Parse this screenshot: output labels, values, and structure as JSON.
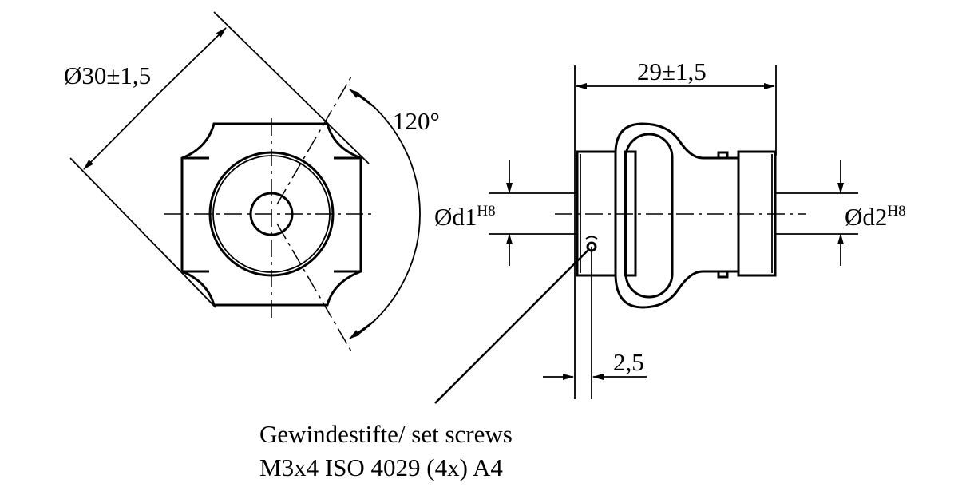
{
  "front_view": {
    "diameter_label": "Ø30±1,5",
    "angle_label": "120°"
  },
  "side_view": {
    "length_label": "29±1,5",
    "bore1_label": "Ød1",
    "bore1_tolerance": "H8",
    "bore2_label": "Ød2",
    "bore2_tolerance": "H8",
    "offset_label": "2,5"
  },
  "note": {
    "line1": "Gewindestifte/ set screws",
    "line2": "M3x4 ISO 4029 (4x) A4"
  }
}
